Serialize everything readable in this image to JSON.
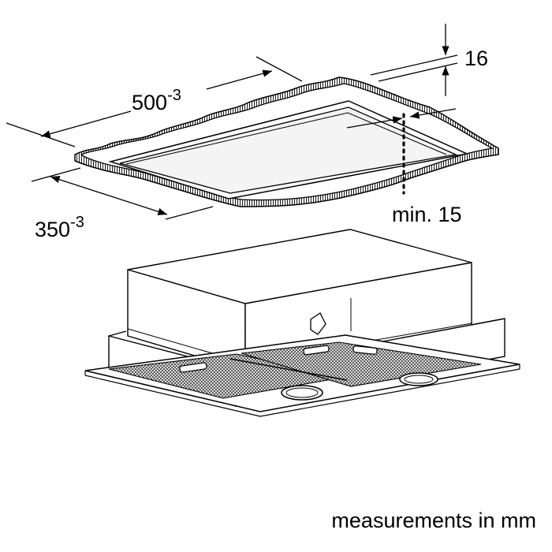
{
  "dimensions": {
    "width": {
      "value": "500",
      "tolerance": "-3"
    },
    "depth": {
      "value": "350",
      "tolerance": "-3"
    },
    "thickness": {
      "value": "16"
    },
    "min_offset": {
      "label": "min. 15"
    }
  },
  "footer": {
    "note": "measurements in mm"
  },
  "colors": {
    "line": "#000000",
    "background": "#ffffff",
    "mesh": "#555555",
    "panel": "#f4f4f4"
  }
}
